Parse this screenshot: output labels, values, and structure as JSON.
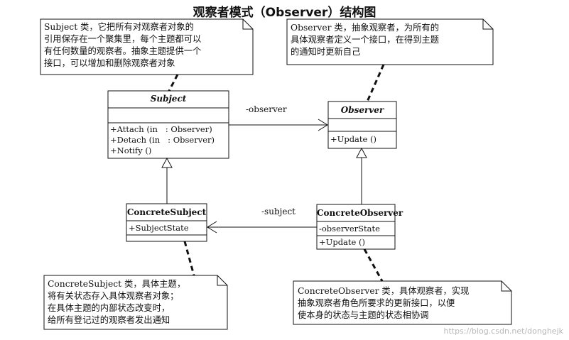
{
  "title": "观察者模式（Observer）结构图",
  "notes": {
    "subject": "Subject 类，它把所有对观察者对象的\n引用保存在一个聚集里，每个主题都可以\n有任何数量的观察者。抽象主题提供一个\n接口，可以增加和删除观察者对象",
    "observer": "Observer 类，抽象观察者，为所有的\n具体观察者定义一个接口，在得到主题\n的通知时更新自己",
    "concrete_subject": "ConcreteSubject 类，具体主题，\n将有关状态存入具体观察者对象；\n在具体主题的内部状态改变时，\n给所有登记过的观察者发出通知",
    "concrete_observer": "ConcreteObserver 类，具体观察者，实现\n抽象观察者角色所要求的更新接口，以便\n使本身的状态与主题的状态相协调"
  },
  "classes": {
    "subject": {
      "name": "Subject",
      "methods": [
        "+Attach (in   : Observer)",
        "+Detach (in   : Observer)",
        "+Notify ()"
      ]
    },
    "observer": {
      "name": "Observer",
      "methods": [
        "+Update ()"
      ]
    },
    "concrete_subject": {
      "name": "ConcreteSubject",
      "attributes": [
        "+SubjectState"
      ]
    },
    "concrete_observer": {
      "name": "ConcreteObserver",
      "attributes": [
        "-observerState"
      ],
      "methods": [
        "+Update ()"
      ]
    }
  },
  "edges": {
    "observer_label": "-observer",
    "subject_label": "-subject"
  },
  "watermark": "https://blog.csdn.net/donghejk"
}
